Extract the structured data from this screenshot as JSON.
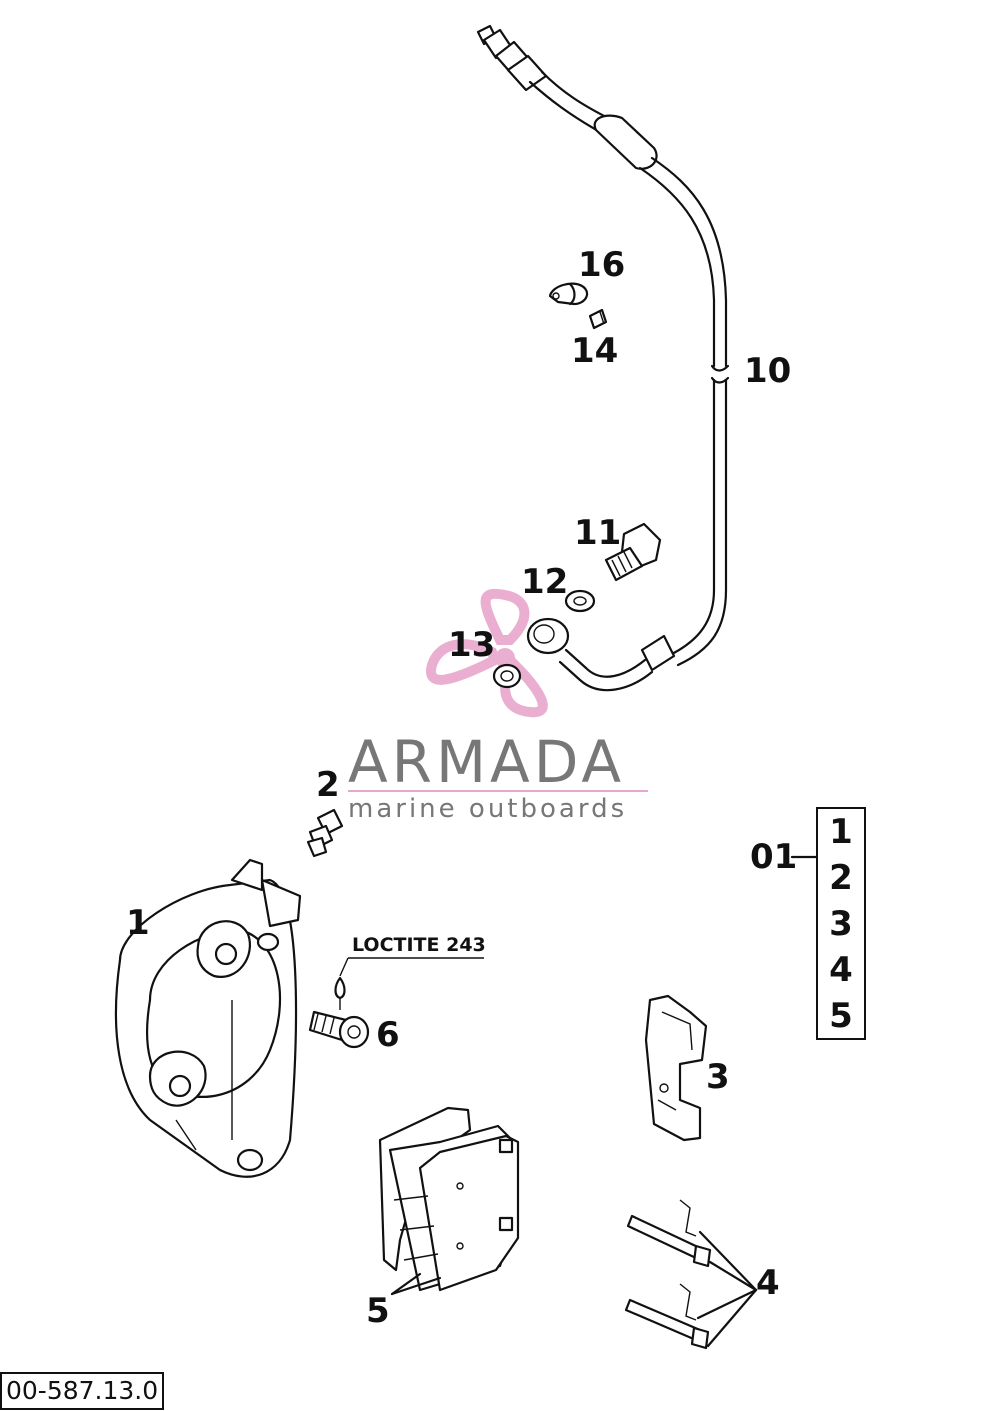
{
  "callouts": [
    {
      "id": "16",
      "text": "16"
    },
    {
      "id": "14",
      "text": "14"
    },
    {
      "id": "10",
      "text": "10"
    },
    {
      "id": "11",
      "text": "11"
    },
    {
      "id": "12",
      "text": "12"
    },
    {
      "id": "13",
      "text": "13"
    },
    {
      "id": "2",
      "text": "2"
    },
    {
      "id": "1",
      "text": "1"
    },
    {
      "id": "6",
      "text": "6"
    },
    {
      "id": "3",
      "text": "3"
    },
    {
      "id": "5",
      "text": "5"
    },
    {
      "id": "4",
      "text": "4"
    },
    {
      "id": "01",
      "text": "01"
    }
  ],
  "loctite_note": "LOCTITE 243",
  "kit_box": {
    "items": [
      "1",
      "2",
      "3",
      "4",
      "5"
    ]
  },
  "drawing_number": "00-587.13.0",
  "watermark": {
    "name": "ARMADA",
    "tagline": "marine outboards",
    "color": "#e8a6cc"
  }
}
